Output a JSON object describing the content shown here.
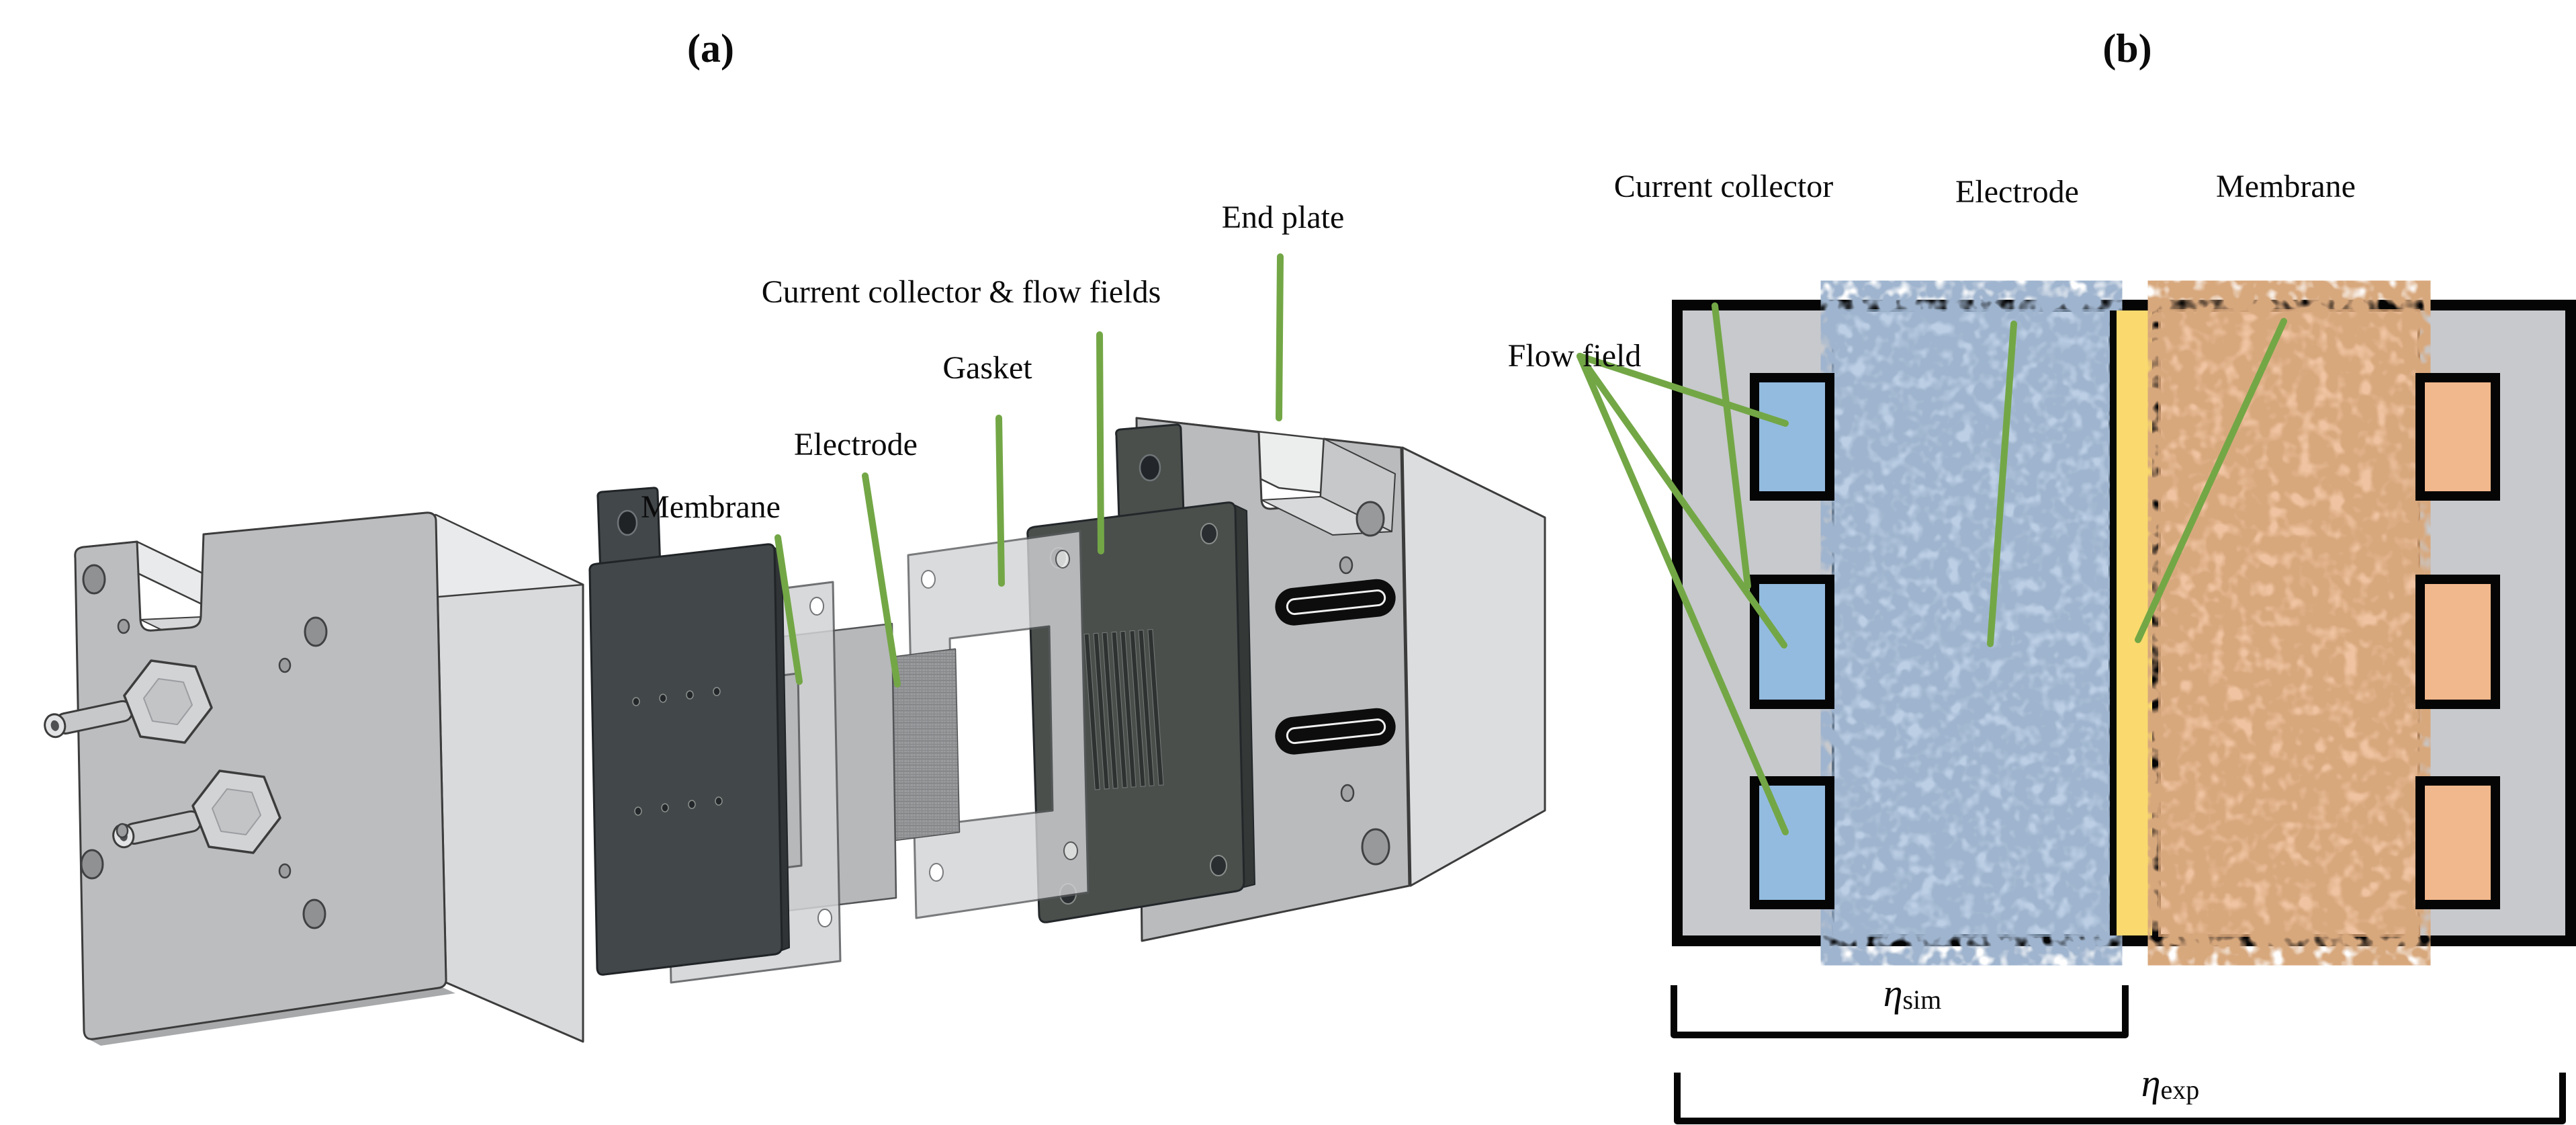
{
  "figure": {
    "panel_a_tag": "(a)",
    "panel_b_tag": "(b)"
  },
  "panel_a": {
    "labels": {
      "membrane": "Membrane",
      "electrode": "Electrode",
      "gasket": "Gasket",
      "current_collector_flow_fields": "Current collector & flow fields",
      "end_plate": "End plate"
    }
  },
  "panel_b": {
    "labels": {
      "current_collector": "Current collector",
      "electrode": "Electrode",
      "membrane": "Membrane",
      "flow_field": "Flow field"
    },
    "annotations": {
      "eta_sim": {
        "symbol": "η",
        "subscript": "sim"
      },
      "eta_exp": {
        "symbol": "η",
        "subscript": "exp"
      }
    }
  },
  "colors": {
    "leader_green": "#73a746",
    "outline_black": "#050505",
    "collector_gray": "#c7c9cd",
    "flow_channel_blue": "#93bbdf",
    "electrode_blue_base": "#bccfe5",
    "electrode_blue_speckle": "#9fb4ce",
    "membrane_yellow": "#fada6e",
    "electrode_orange_base": "#f0c4a2",
    "electrode_orange_speckle": "#d8a87d",
    "flow_channel_orange": "#f2b88d"
  }
}
